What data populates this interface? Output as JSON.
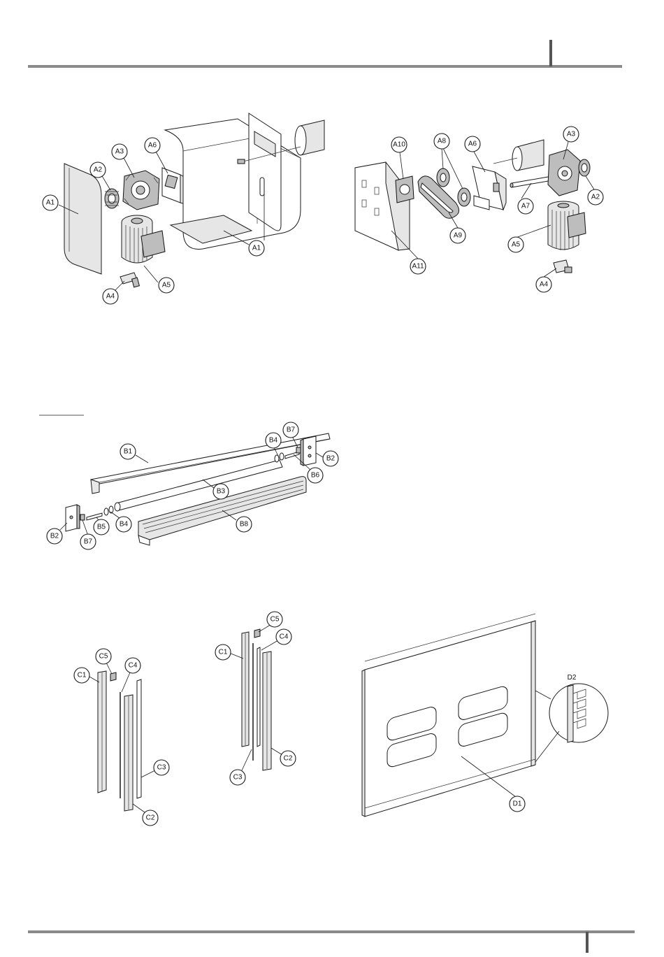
{
  "header": {},
  "figure_a1": {
    "labels": {
      "a1_left": "A1",
      "a1_right": "A1",
      "a2": "A2",
      "a3": "A3",
      "a4": "A4",
      "a5": "A5",
      "a6": "A6"
    }
  },
  "figure_a2": {
    "labels": {
      "a2": "A2",
      "a3": "A3",
      "a4": "A4",
      "a5": "A5",
      "a6": "A6",
      "a7": "A7",
      "a8": "A8",
      "a9": "A9",
      "a10": "A10",
      "a11": "A11"
    }
  },
  "figure_b": {
    "labels": {
      "b1": "B1",
      "b2_left": "B2",
      "b2_right": "B2",
      "b3": "B3",
      "b4_left": "B4",
      "b4_right": "B4",
      "b5": "B5",
      "b6": "B6",
      "b7_left": "B7",
      "b7_right": "B7",
      "b8": "B8"
    }
  },
  "figure_c1": {
    "labels": {
      "c1": "C1",
      "c2": "C2",
      "c3": "C3",
      "c4": "C4",
      "c5": "C5"
    }
  },
  "figure_c2": {
    "labels": {
      "c1": "C1",
      "c2": "C2",
      "c3": "C3",
      "c4": "C4",
      "c5": "C5"
    }
  },
  "figure_d": {
    "labels": {
      "d1": "D1",
      "d2": "D2"
    }
  },
  "colors": {
    "rule": "#8a8a8a",
    "line": "#1a1a1a",
    "background": "#ffffff"
  }
}
